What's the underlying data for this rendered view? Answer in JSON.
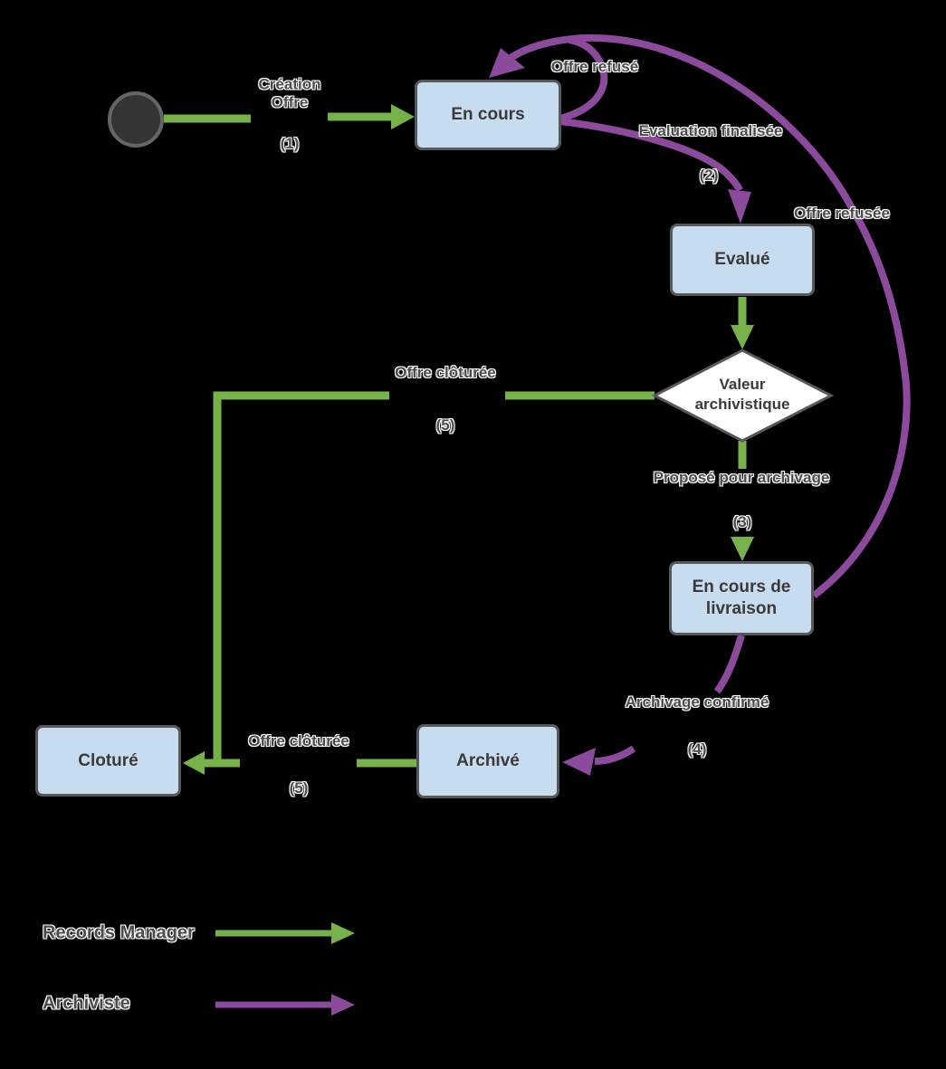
{
  "diagram": {
    "background": "#000000",
    "nodes": {
      "start": {
        "type": "initial-state"
      },
      "en_cours": {
        "label": "En cours"
      },
      "evalue": {
        "label": "Evalué"
      },
      "valeur_archivistique": {
        "label": "Valeur archivistique"
      },
      "en_cours_de_livraison": {
        "label": "En cours de livraison"
      },
      "archive": {
        "label": "Archivé"
      },
      "cloture": {
        "label": "Cloturé"
      }
    },
    "edges": {
      "creation_offre": {
        "label": "Création Offre",
        "step": "(1)"
      },
      "offre_refuse_loop": {
        "label": "Offre refusé"
      },
      "evaluation_finalisee": {
        "label": "Evaluation finalisée",
        "step": "(2)"
      },
      "offre_refusee_retour": {
        "label": "Offre refusée"
      },
      "offre_cloturee_valeur": {
        "label": "Offre clôturée",
        "step": "(5)"
      },
      "propose_pour_archivage": {
        "label": "Proposé pour archivage",
        "step": "(3)"
      },
      "archivage_confirme": {
        "label": "Archivage confirmé",
        "step": "(4)"
      },
      "offre_cloturee_archive": {
        "label": "Offre clôturée",
        "step": "(5)"
      }
    },
    "legend": [
      {
        "role": "Records Manager",
        "color": "#76B14A"
      },
      {
        "role": "Archiviste",
        "color": "#8B4A9C"
      }
    ],
    "colors": {
      "records_manager_green": "#76B14A",
      "archiviste_purple": "#8B4A9C",
      "node_fill": "#C7DCEF",
      "node_border": "#57585C",
      "node_text": "#3A3A3A",
      "edge_label_text": "#4B4B4B",
      "start_fill": "#343434",
      "start_border": "#666666",
      "decision_fill": "#FFFFFF"
    }
  }
}
